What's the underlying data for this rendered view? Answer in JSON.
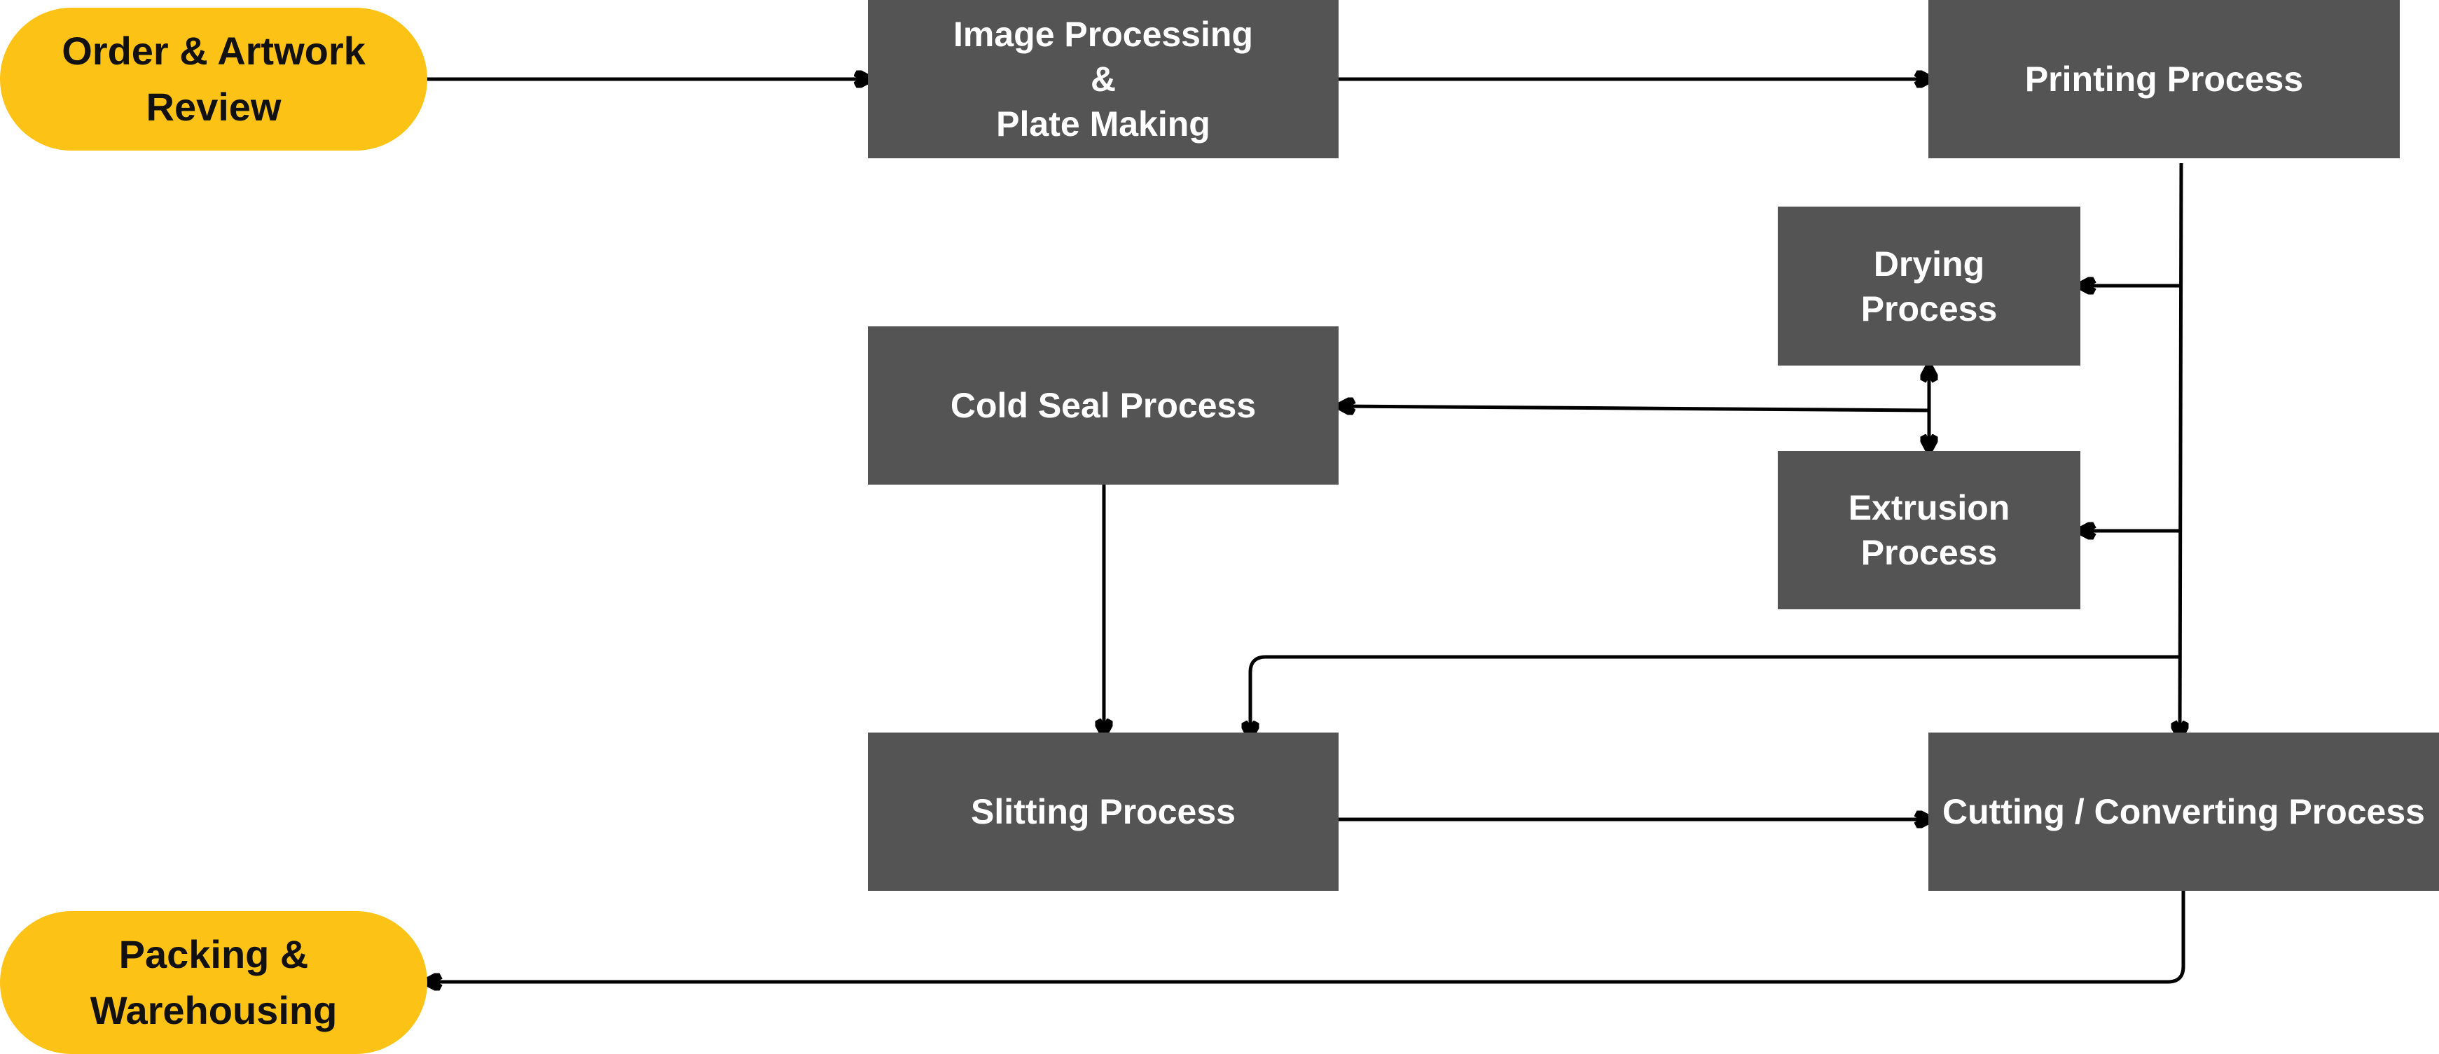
{
  "diagram": {
    "nodes": {
      "order_review": {
        "label": "Order & Artwork\nReview",
        "fill": "#fcc216"
      },
      "image_processing": {
        "label": "Image Processing\n&\nPlate Making",
        "fill": "#545454"
      },
      "printing": {
        "label": "Printing Process",
        "fill": "#545454"
      },
      "drying": {
        "label": "Drying\nProcess",
        "fill": "#545454"
      },
      "extrusion": {
        "label": "Extrusion\nProcess",
        "fill": "#545454"
      },
      "cold_seal": {
        "label": "Cold Seal Process",
        "fill": "#545454"
      },
      "slitting": {
        "label": "Slitting Process",
        "fill": "#545454"
      },
      "cutting": {
        "label": "Cutting / Converting Process",
        "fill": "#545454"
      },
      "packing": {
        "label": "Packing &\nWarehousing",
        "fill": "#fcc216"
      }
    },
    "edges": [
      {
        "from": "order_review",
        "to": "image_processing"
      },
      {
        "from": "image_processing",
        "to": "printing"
      },
      {
        "from": "printing",
        "to": "drying"
      },
      {
        "from": "printing",
        "to": "extrusion"
      },
      {
        "from": "printing",
        "to": "slitting"
      },
      {
        "from": "printing",
        "to": "cutting"
      },
      {
        "from": "drying",
        "to": "extrusion",
        "bidirectional": true
      },
      {
        "from": "drying",
        "to": "cold_seal"
      },
      {
        "from": "cold_seal",
        "to": "slitting"
      },
      {
        "from": "slitting",
        "to": "cutting"
      },
      {
        "from": "cutting",
        "to": "packing"
      }
    ]
  }
}
